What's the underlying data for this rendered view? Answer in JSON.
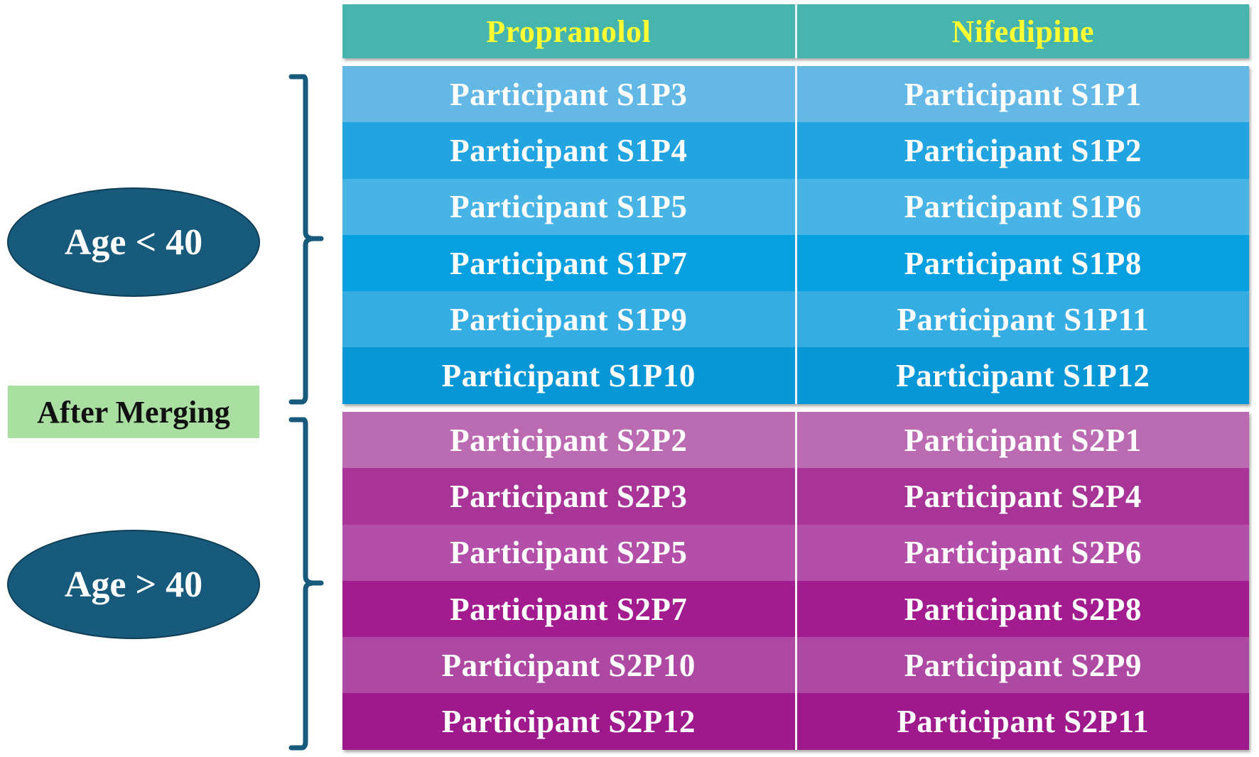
{
  "header": {
    "col1": "Propranolol",
    "col2": "Nifedipine"
  },
  "labels": {
    "group1": "Age < 40",
    "merge": "After Merging",
    "group2": "Age > 40"
  },
  "colors": {
    "header_bg": "#45b5ae",
    "header_text": "#ffff33",
    "ellipse_bg": "#175a7b",
    "merge_bg": "#a9dfa0",
    "brace": "#175a7b",
    "group1_rows": [
      "#64b8e6",
      "#22a4e0",
      "#48b4e6",
      "#069fdf",
      "#36ade2",
      "#0797d6"
    ],
    "group2_rows": [
      "#bb6bb2",
      "#a93497",
      "#b44fa9",
      "#a21c90",
      "#ad48a3",
      "#9e1a8c"
    ]
  },
  "group1": [
    [
      "Participant S1P3",
      "Participant S1P1"
    ],
    [
      "Participant S1P4",
      "Participant S1P2"
    ],
    [
      "Participant S1P5",
      "Participant S1P6"
    ],
    [
      "Participant S1P7",
      "Participant S1P8"
    ],
    [
      "Participant S1P9",
      "Participant S1P11"
    ],
    [
      "Participant S1P10",
      "Participant S1P12"
    ]
  ],
  "group2": [
    [
      "Participant S2P2",
      "Participant S2P1"
    ],
    [
      "Participant S2P3",
      "Participant S2P4"
    ],
    [
      "Participant S2P5",
      "Participant S2P6"
    ],
    [
      "Participant S2P7",
      "Participant S2P8"
    ],
    [
      "Participant S2P10",
      "Participant S2P9"
    ],
    [
      "Participant S2P12",
      "Participant S2P11"
    ]
  ]
}
